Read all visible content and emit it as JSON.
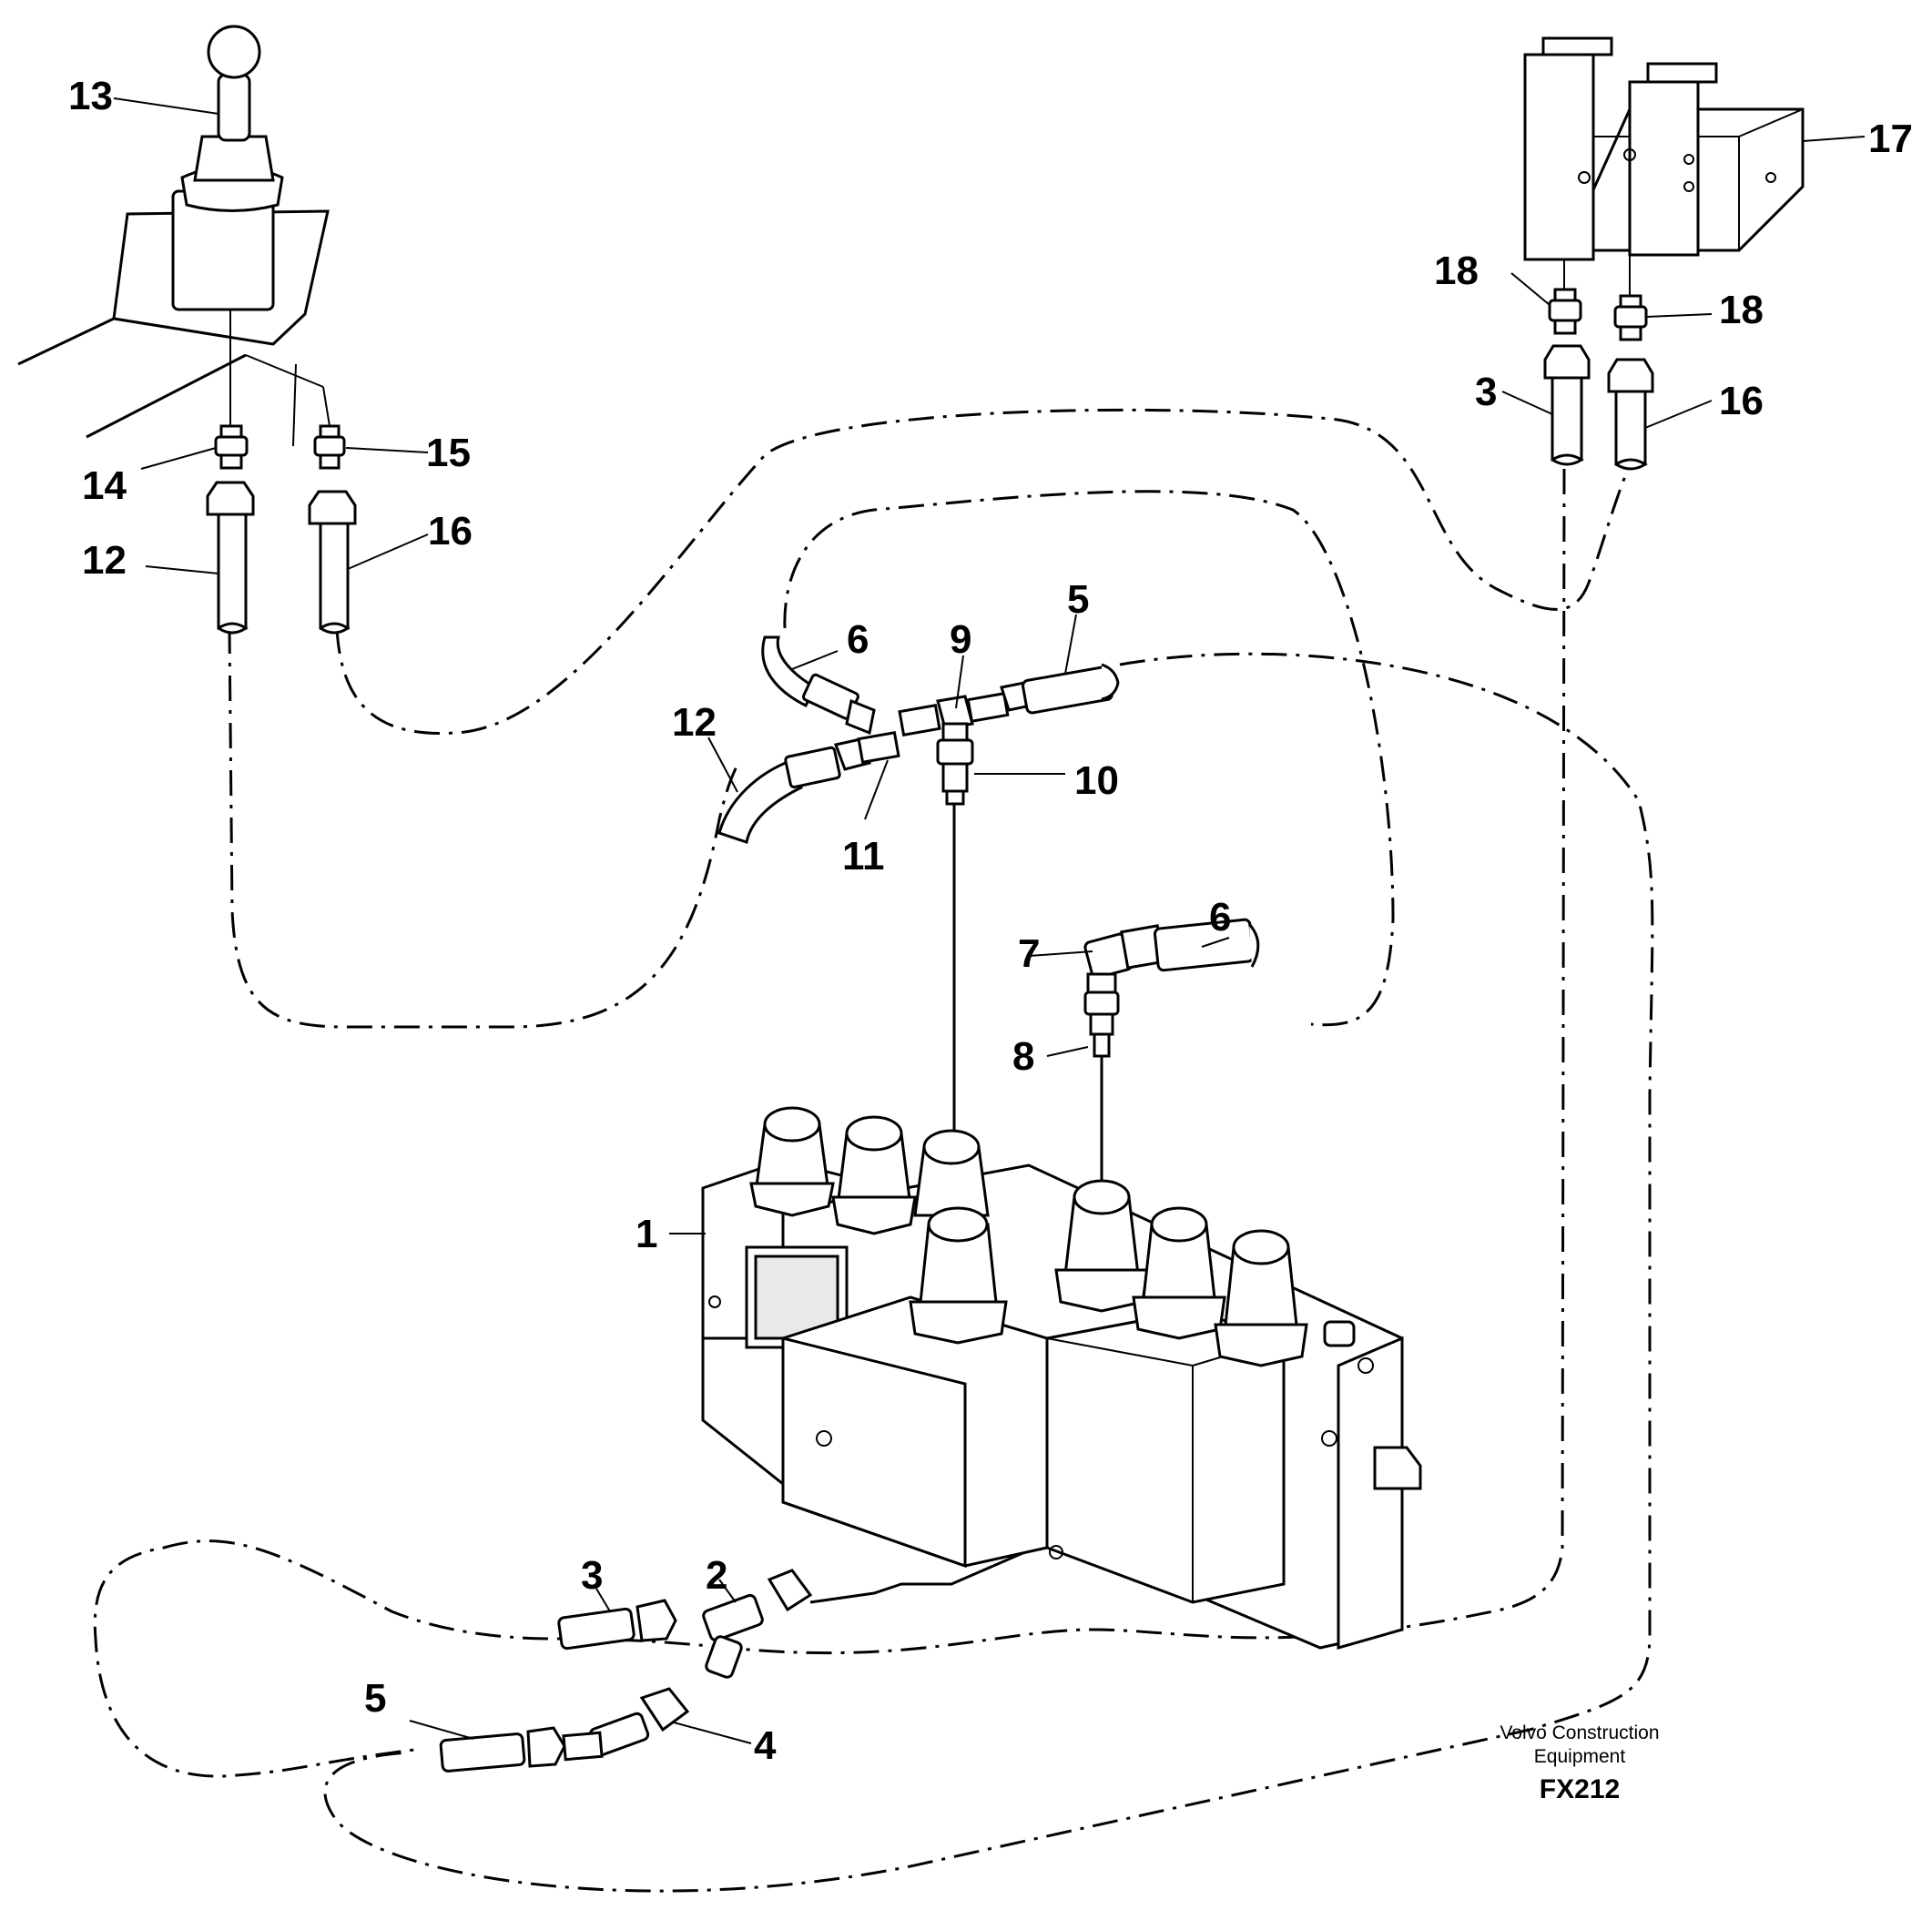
{
  "credit": {
    "line1": "Volvo Construction",
    "line2": "Equipment",
    "code": "FX212"
  },
  "callouts": {
    "c13": "13",
    "c14": "14",
    "c15": "15",
    "c12a": "12",
    "c16a": "16",
    "c17": "17",
    "c18a": "18",
    "c18b": "18",
    "c3a": "3",
    "c16b": "16",
    "c6a": "6",
    "c9": "9",
    "c5a": "5",
    "c12b": "12",
    "c10": "10",
    "c11": "11",
    "c6b": "6",
    "c7": "7",
    "c8": "8",
    "c1": "1",
    "c3b": "3",
    "c2": "2",
    "c5b": "5",
    "c4": "4"
  }
}
